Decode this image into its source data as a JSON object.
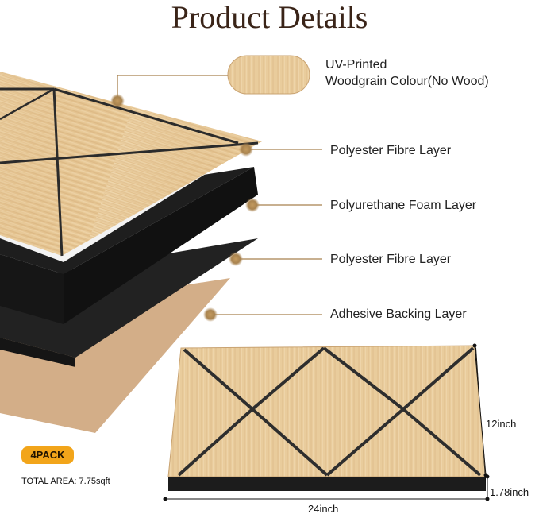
{
  "title": "Product Details",
  "layers": {
    "woodgrain_line1": "UV-Printed",
    "woodgrain_line2": "Woodgrain Colour(No Wood)",
    "fibre_top": "Polyester Fibre Layer",
    "foam": "Polyurethane Foam Layer",
    "fibre_bottom": "Polyester Fibre Layer",
    "adhesive": "Adhesive Backing Layer"
  },
  "dimensions": {
    "height": "12inch",
    "thickness": "1.78inch",
    "width": "24inch"
  },
  "pack": {
    "badge": "4PACK",
    "total_area": "TOTAL AREA: 7.75sqft"
  },
  "colors": {
    "wood_light": "#ecd2a6",
    "wood_dark": "#d7b07a",
    "groove": "#2b2b2b",
    "foam": "#1c1c1c",
    "backing": "#d2ad86",
    "callout": "#a7814e",
    "title": "#3a2418",
    "badge": "#f2a51a"
  }
}
